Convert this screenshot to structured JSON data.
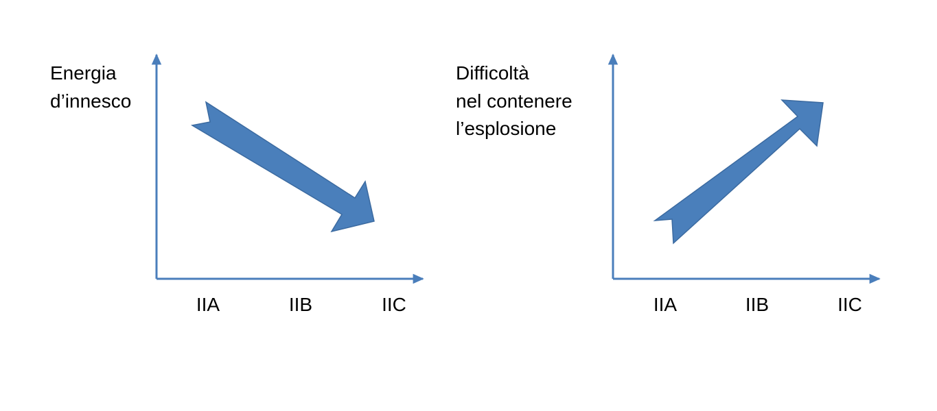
{
  "colors": {
    "axis": "#4a7ebb",
    "arrow_fill": "#4a7fbb",
    "arrow_stroke": "#3b6aa0",
    "text": "#000000"
  },
  "panels": [
    {
      "ylabel_lines": [
        "Energia",
        "d’innesco"
      ],
      "categories": [
        "IIA",
        "IIB",
        "IIC"
      ],
      "trend": "decreasing",
      "arrow_icon": "down-right-arrow-icon"
    },
    {
      "ylabel_lines": [
        "Difficoltà",
        "nel contenere",
        "l’esplosione"
      ],
      "categories": [
        "IIA",
        "IIB",
        "IIC"
      ],
      "trend": "increasing",
      "arrow_icon": "up-right-arrow-icon"
    }
  ]
}
